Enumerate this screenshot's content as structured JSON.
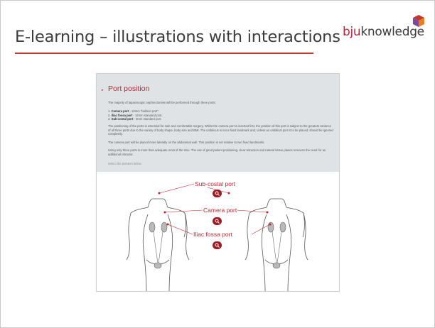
{
  "slide": {
    "title": "E-learning – illustrations with interactions",
    "logo": {
      "part1": "bju",
      "part2": "knowledge"
    },
    "accent_color": "#c0392b"
  },
  "module": {
    "marker": "▸",
    "title": "Port position",
    "intro": "The majority of laparoscopic nephrectomies will be performed through three ports:",
    "ports_list": [
      {
        "name": "Camera port",
        "desc": " - 10mm \"balloon port\"."
      },
      {
        "name": "Iliac fossa port",
        "desc": " - 12mm standard port."
      },
      {
        "name": "Sub-costal port",
        "desc": " - 5mm standard port."
      }
    ],
    "paragraphs": [
      "The positioning of the ports is essential for safe and comfortable surgery. Whilst the camera port is inserted first, the position of this port is subject to the greatest variance of all three ports due to the variety of body shape, body size and BMI. The umbilicus is not a fixed landmark and, unless an umbilical port is to be placed, should be ignored completely.",
      "The camera port will be placed more laterally on the abdominal wall. This position is set relative to two fixed landmarks.",
      "Using only three ports is more than adequate most of the time. The use of good patient positioning, clear retraction and natural tissue planes removes the need for an additional retractor."
    ],
    "select_prompt": "Select the pointers below",
    "callouts": {
      "sub_costal": "Sub-costal port",
      "camera": "Camera port",
      "iliac": "Iliac fossa port"
    },
    "pin_icon": "magnifier-icon",
    "pin_color": "#9e1b23"
  }
}
